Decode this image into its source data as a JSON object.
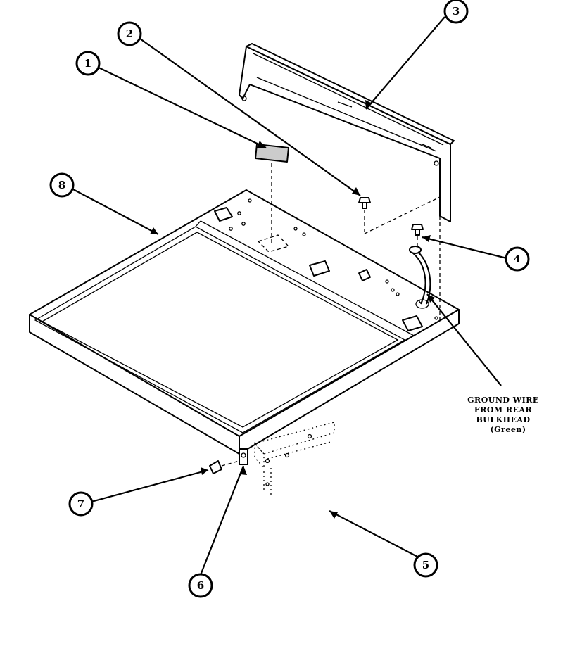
{
  "callouts": [
    {
      "id": "1",
      "label": "1"
    },
    {
      "id": "2",
      "label": "2"
    },
    {
      "id": "3",
      "label": "3"
    },
    {
      "id": "4",
      "label": "4"
    },
    {
      "id": "5",
      "label": "5"
    },
    {
      "id": "6",
      "label": "6"
    },
    {
      "id": "7",
      "label": "7"
    },
    {
      "id": "8",
      "label": "8"
    }
  ],
  "ground_wire_note": {
    "line1": "GROUND WIRE",
    "line2": "FROM REAR",
    "line3": "BULKHEAD",
    "line4": "(Green)"
  }
}
